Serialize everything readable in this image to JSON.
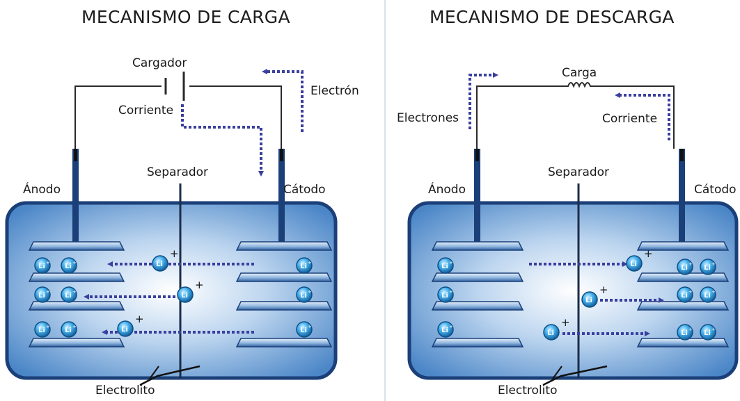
{
  "charge": {
    "title": "MECANISMO DE CARGA",
    "charger_label": "Cargador",
    "electron_label": "Electrón",
    "current_label": "Corriente",
    "separator_label": "Separador",
    "anode_label": "Ánodo",
    "cathode_label": "Cátodo",
    "electrolyte_label": "Electrolito"
  },
  "discharge": {
    "title": "MECANISMO DE DESCARGA",
    "load_label": "Carga",
    "electrons_label": "Electrones",
    "current_label": "Corriente",
    "separator_label": "Separador",
    "anode_label": "Ánodo",
    "cathode_label": "Cátodo",
    "electrolyte_label": "Electrolito"
  },
  "ion": {
    "symbol": "Li",
    "charge": "+"
  },
  "colors": {
    "cell_border": "#1b3f78",
    "cell_center": "#ffffff",
    "cell_edge": "#4b86c7",
    "arrow": "#3a3f9e",
    "wire": "#2a2a2a",
    "ion_fill": "#2f9be4"
  }
}
